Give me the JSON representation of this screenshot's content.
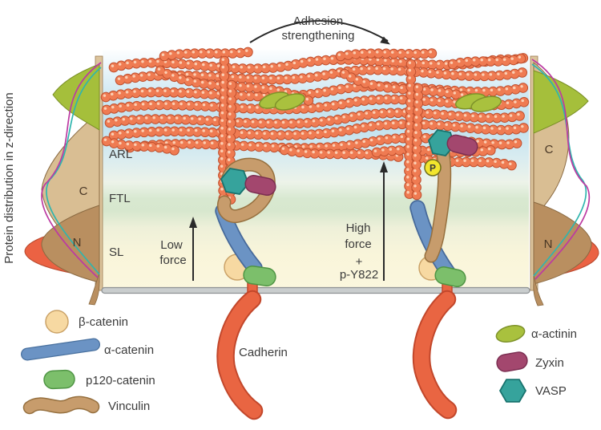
{
  "figure": {
    "top_annotation": {
      "line1": "Adhesion",
      "line2": "strengthening"
    },
    "y_axis_label": "Protein distribution in z-direction",
    "layers": {
      "arl": "ARL",
      "ftl": "FTL",
      "sl": "SL"
    },
    "force_labels": {
      "low_line1": "Low",
      "low_line2": "force",
      "high_line1": "High",
      "high_line2": "force",
      "high_line3": "+",
      "high_line4": "p-Y822"
    },
    "phospho_badge": "P",
    "cadherin_label": "Cadherin",
    "termini": {
      "c": "C",
      "n": "N"
    },
    "legend_left": [
      {
        "label": "β-catenin"
      },
      {
        "label": "α-catenin"
      },
      {
        "label": "p120-catenin"
      },
      {
        "label": "Vinculin"
      }
    ],
    "legend_right": [
      {
        "label": "α-actinin"
      },
      {
        "label": "Zyxin"
      },
      {
        "label": "VASP"
      }
    ],
    "colors": {
      "actin": "#EF7B52",
      "actin_outline": "#BF4F2E",
      "beta_catenin": "#F7D9A2",
      "alpha_catenin": "#6B93C4",
      "p120_catenin": "#7CBF6B",
      "vinculin": "#C79C6C",
      "cadherin": "#E96542",
      "alpha_actinin": "#A9C13E",
      "zyxin": "#A3476E",
      "vasp": "#36A39C",
      "phospho_yellow": "#F2E52D",
      "membrane_gray": "#C9CDCE",
      "curve_cyan": "#2FB5AE",
      "curve_magenta": "#BC3AA2",
      "distribution_green": "#A5BF3B",
      "distribution_tan_c": "#D9BE93",
      "distribution_tan_n": "#B98F60",
      "distribution_red": "#EB6243"
    }
  }
}
